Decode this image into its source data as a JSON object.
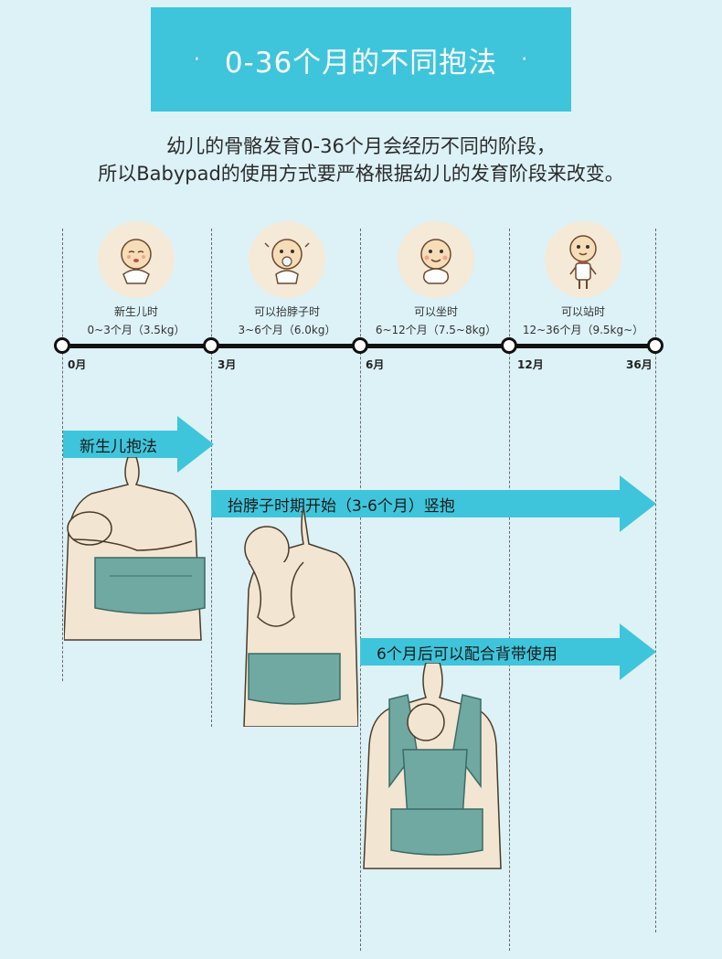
{
  "title": "0-36个月的不同抱法",
  "title_dot": "·",
  "intro": {
    "line1": "幼儿的骨骼发育0-36个月会经历不同的阶段，",
    "line2": "所以Babypad的使用方式要严格根据幼儿的发育阶段来改变。"
  },
  "stages": [
    {
      "name": "新生儿时",
      "info": "0~3个月（3.5kg）",
      "icon": "newborn-baby-icon"
    },
    {
      "name": "可以抬脖子时",
      "info": "3~6个月（6.0kg）",
      "icon": "baby-pacifier-icon"
    },
    {
      "name": "可以坐时",
      "info": "6~12个月（7.5~8kg）",
      "icon": "sitting-baby-icon"
    },
    {
      "name": "可以站时",
      "info": "12~36个月（9.5kg~）",
      "icon": "standing-baby-icon"
    }
  ],
  "ticks": [
    "0月",
    "3月",
    "6月",
    "12月",
    "36月"
  ],
  "arrows": [
    {
      "label": "新生儿抱法"
    },
    {
      "label": "抬脖子时期开始（3-6个月）竖抱"
    },
    {
      "label": "6个月后可以配合背带使用"
    }
  ],
  "colors": {
    "background": "#dcf2f7",
    "accent": "#3ec5dc",
    "carrier": "#6fa9a2",
    "skin": "#f2e6d2"
  }
}
